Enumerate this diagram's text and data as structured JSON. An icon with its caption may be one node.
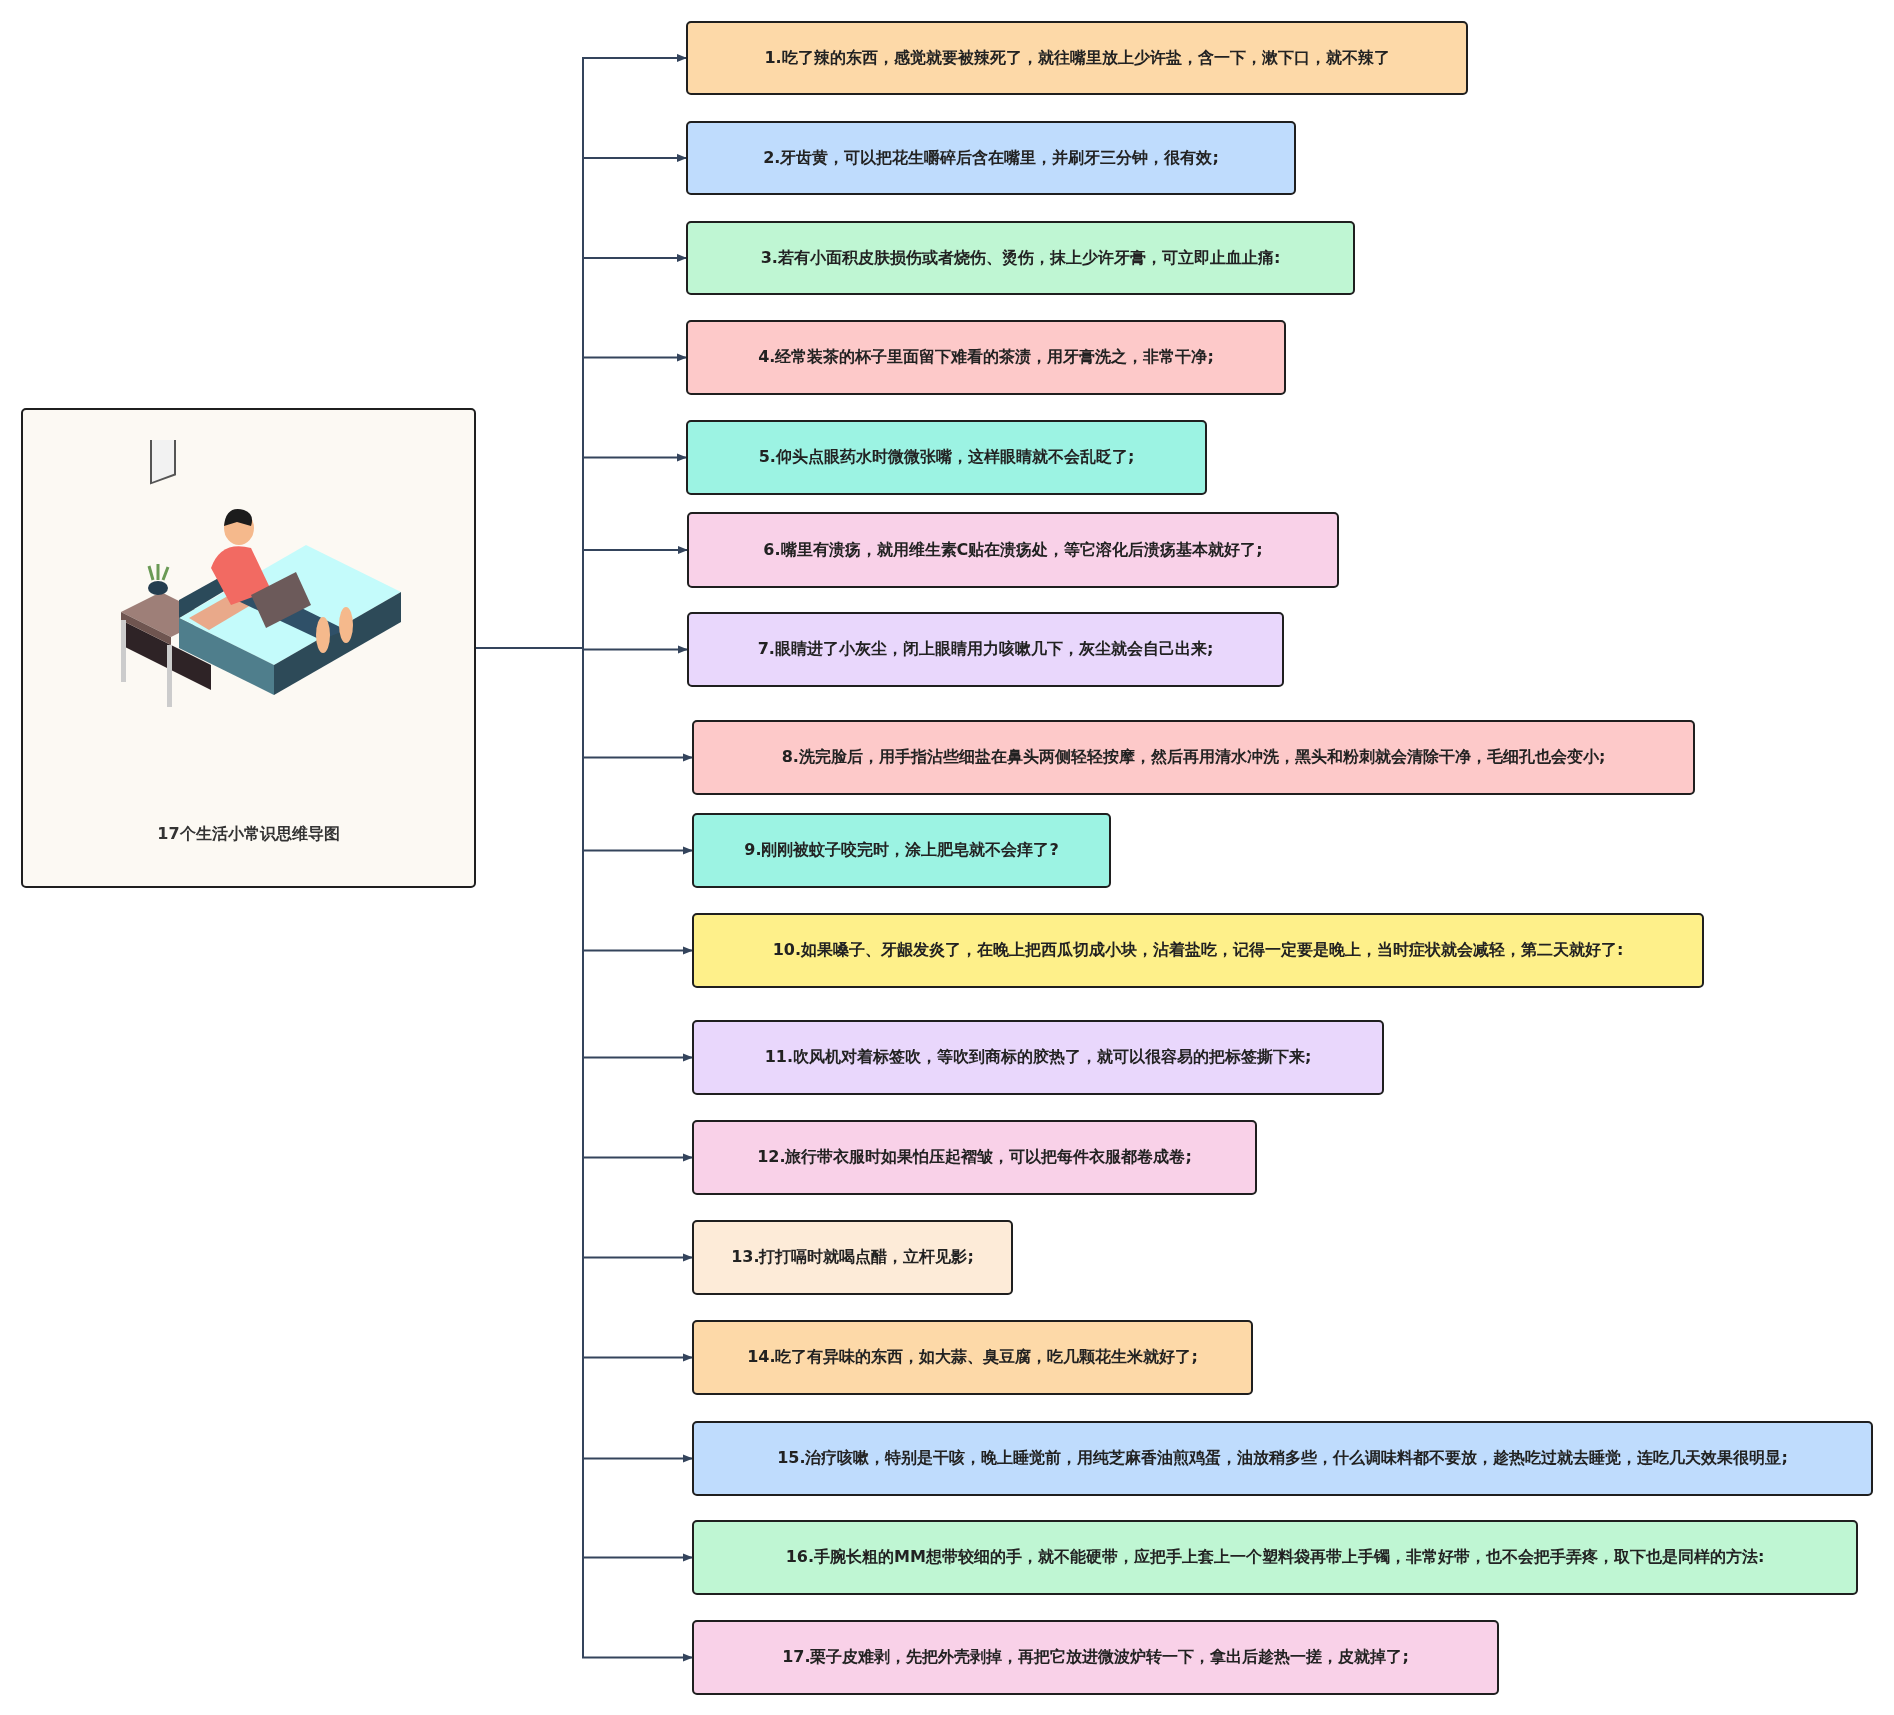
{
  "diagram": {
    "nodes": [
      {
        "text": [
          "17个生活小常识思维导图"
        ]
      },
      {
        "text": [
          "1.吃了辣的东西，感觉就要被辣死了，就往嘴里放上少许盐，含一下，漱下口，就不辣了"
        ]
      },
      {
        "text": [
          "2.牙齿黄，可以把花生嚼碎后含在嘴里，并刷牙三分钟，很有效;"
        ]
      },
      {
        "text": [
          "3.若有小面积皮肤损伤或者烧伤、烫伤，抹上少许牙膏，可立即止血止痛:"
        ]
      },
      {
        "text": [
          "4.经常装茶的杯子里面留下难看的茶渍，用牙膏洗之，非常干净;"
        ]
      },
      {
        "text": [
          "5.仰头点眼药水时微微张嘴，这样眼睛就不会乱眨了;"
        ]
      },
      {
        "text": [
          "6.嘴里有溃疡，就用维生素C贴在溃疡处，等它溶化后溃疡基本就好了;"
        ]
      },
      {
        "text": [
          "7.眼睛进了小灰尘，闭上眼睛用力咳嗽几下，灰尘就会自己出来;"
        ]
      },
      {
        "text": [
          "8.洗完脸后，用手指沾些细盐在鼻头两侧轻轻按摩，然后再用清水冲洗，黑头和粉刺就会清除干净，毛细孔也会变小;"
        ]
      },
      {
        "text": [
          "9.刚刚被蚊子咬完时，涂上肥皂就不会痒了?"
        ]
      },
      {
        "text": [
          "10.如果嗓子、牙龈发炎了，在晚上把西瓜切成小块，沾着盐吃，记得一定要是晚上，当时症状就会减轻，第二天就好了:"
        ]
      },
      {
        "text": [
          "11.吹风机对着标签吹，等吹到商标的胶热了，就可以很容易的把标签撕下来;"
        ]
      },
      {
        "text": [
          "12.旅行带衣服时如果怕压起褶皱，可以把每件衣服都卷成卷;"
        ]
      },
      {
        "text": [
          "13.打打嗝时就喝点醋，立杆见影;"
        ]
      },
      {
        "text": [
          "14.吃了有异味的东西，如大蒜、臭豆腐，吃几颗花生米就好了;"
        ]
      },
      {
        "text": [
          "15.治疗咳嗽，特别是干咳，晚上睡觉前，用纯芝麻香油煎鸡蛋，油放稍多些，什么调味料都不要放，趁热吃过就去睡觉，连吃几天效果很明显;"
        ]
      },
      {
        "text": [
          "16.手腕长粗的MM想带较细的手，就不能硬带，应把手上套上一个塑料袋再带上手镯，非常好带，也不会把手弄疼，取下也是同样的方法:"
        ]
      },
      {
        "text": [
          "17.栗子皮难剥，先把外壳剥掉，再把它放进微波炉转一下，拿出后趁热一搓，皮就掉了;"
        ]
      }
    ],
    "edges": [
      {
        "from": 0,
        "to": 1,
        "arrow": "to"
      },
      {
        "from": 0,
        "to": 2,
        "arrow": "to"
      },
      {
        "from": 0,
        "to": 3,
        "arrow": "to"
      },
      {
        "from": 0,
        "to": 4,
        "arrow": "to"
      },
      {
        "from": 0,
        "to": 5,
        "arrow": "to"
      },
      {
        "from": 0,
        "to": 6,
        "arrow": "to"
      },
      {
        "from": 0,
        "to": 7,
        "arrow": "to"
      },
      {
        "from": 0,
        "to": 8,
        "arrow": "to"
      },
      {
        "from": 0,
        "to": 9,
        "arrow": "to"
      },
      {
        "from": 0,
        "to": 10,
        "arrow": "to"
      },
      {
        "from": 0,
        "to": 11,
        "arrow": "to"
      },
      {
        "from": 0,
        "to": 12,
        "arrow": "to"
      },
      {
        "from": 0,
        "to": 13,
        "arrow": "to"
      },
      {
        "from": 0,
        "to": 14,
        "arrow": "to"
      },
      {
        "from": 0,
        "to": 15,
        "arrow": "to"
      },
      {
        "from": 0,
        "to": 16,
        "arrow": "to"
      },
      {
        "from": 0,
        "to": 17,
        "arrow": "to"
      }
    ]
  }
}
